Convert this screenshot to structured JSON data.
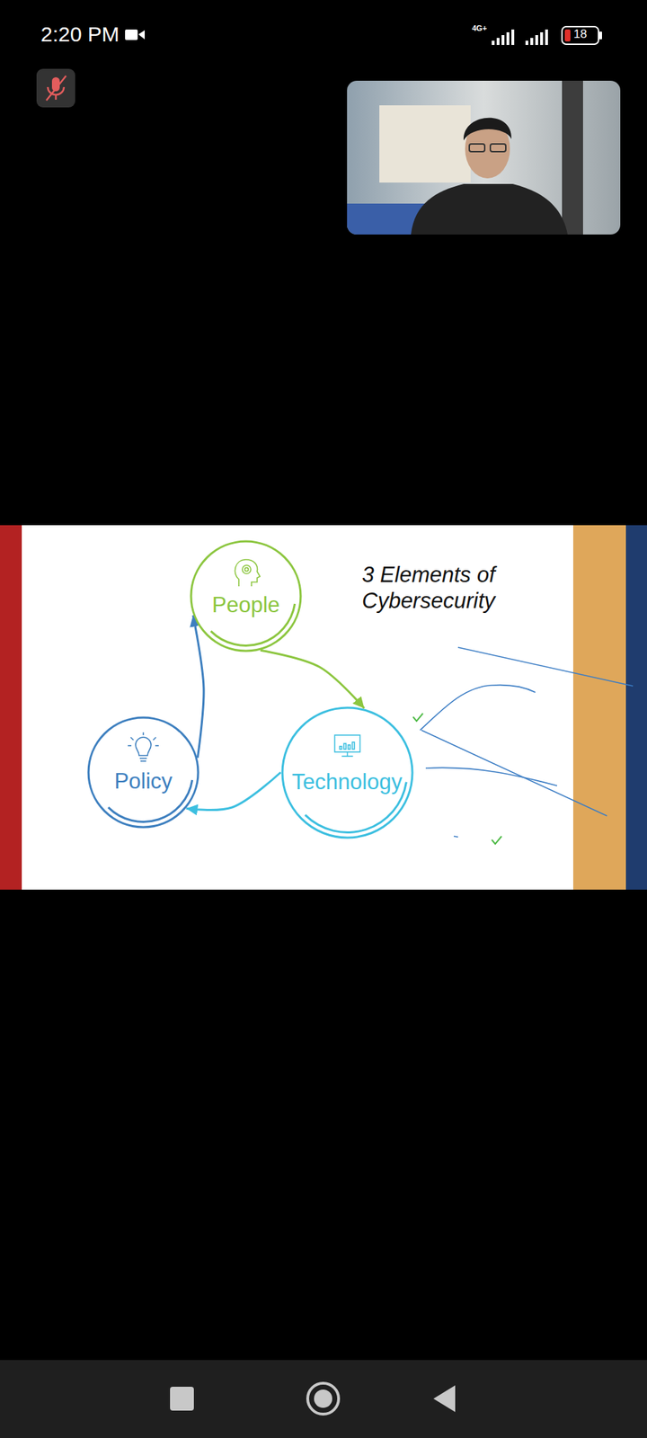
{
  "diagram": {
    "title": "3 Elements of Cybersecurity",
    "nodes": [
      {
        "text": [
          "People"
        ]
      },
      {
        "text": [
          "Policy"
        ]
      },
      {
        "text": [
          "Technology"
        ]
      }
    ],
    "edges": [
      {
        "from": 0,
        "to": 2,
        "arrow": "to"
      },
      {
        "from": 2,
        "to": 1,
        "arrow": "to"
      },
      {
        "from": 1,
        "to": 0,
        "arrow": "to"
      }
    ],
    "labels": [
      "2:20 PM",
      "4G+",
      "18"
    ]
  }
}
